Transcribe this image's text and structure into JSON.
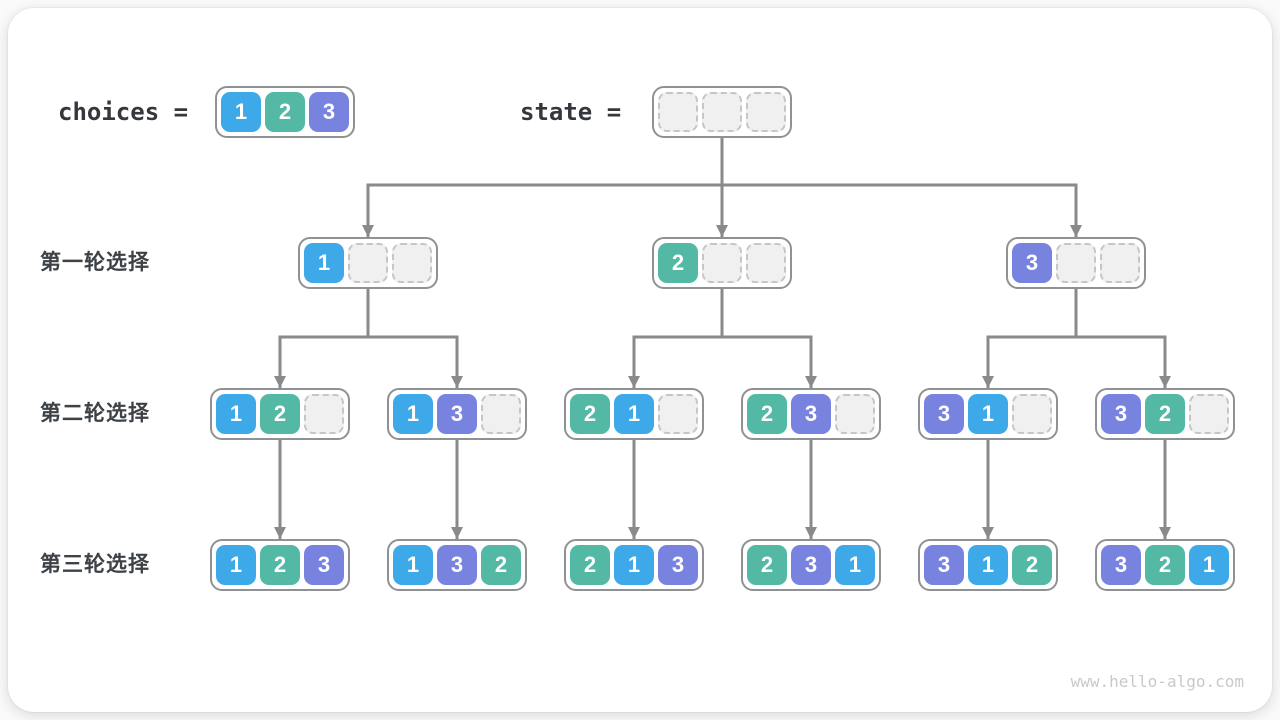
{
  "page": {
    "watermark": "www.hello-algo.com"
  },
  "colors": {
    "line": "#8a8a8a",
    "node_border": "#8f9295",
    "empty_fill": "#f0f0f1",
    "empty_border": "#c6c6c6",
    "header_text": "#34383c",
    "row_label_text": "#3d4247",
    "watermark_text": "#c9c9c9"
  },
  "value_colors": {
    "1": "#3da9e8",
    "2": "#53b9a5",
    "3": "#7883e0"
  },
  "header": {
    "choices_label": "choices =",
    "choices_cells": [
      "1",
      "2",
      "3"
    ],
    "state_label": "state =",
    "state_cells": [
      "",
      "",
      ""
    ]
  },
  "rows": [
    {
      "label": "第一轮选择",
      "nodes": [
        [
          "1",
          "",
          ""
        ],
        [
          "2",
          "",
          ""
        ],
        [
          "3",
          "",
          ""
        ]
      ]
    },
    {
      "label": "第二轮选择",
      "nodes": [
        [
          "1",
          "2",
          ""
        ],
        [
          "1",
          "3",
          ""
        ],
        [
          "2",
          "1",
          ""
        ],
        [
          "2",
          "3",
          ""
        ],
        [
          "3",
          "1",
          ""
        ],
        [
          "3",
          "2",
          ""
        ]
      ]
    },
    {
      "label": "第三轮选择",
      "nodes": [
        [
          "1",
          "2",
          "3"
        ],
        [
          "1",
          "3",
          "2"
        ],
        [
          "2",
          "1",
          "3"
        ],
        [
          "2",
          "3",
          "1"
        ],
        [
          "3",
          "1",
          "2"
        ],
        [
          "3",
          "2",
          "1"
        ]
      ]
    }
  ]
}
